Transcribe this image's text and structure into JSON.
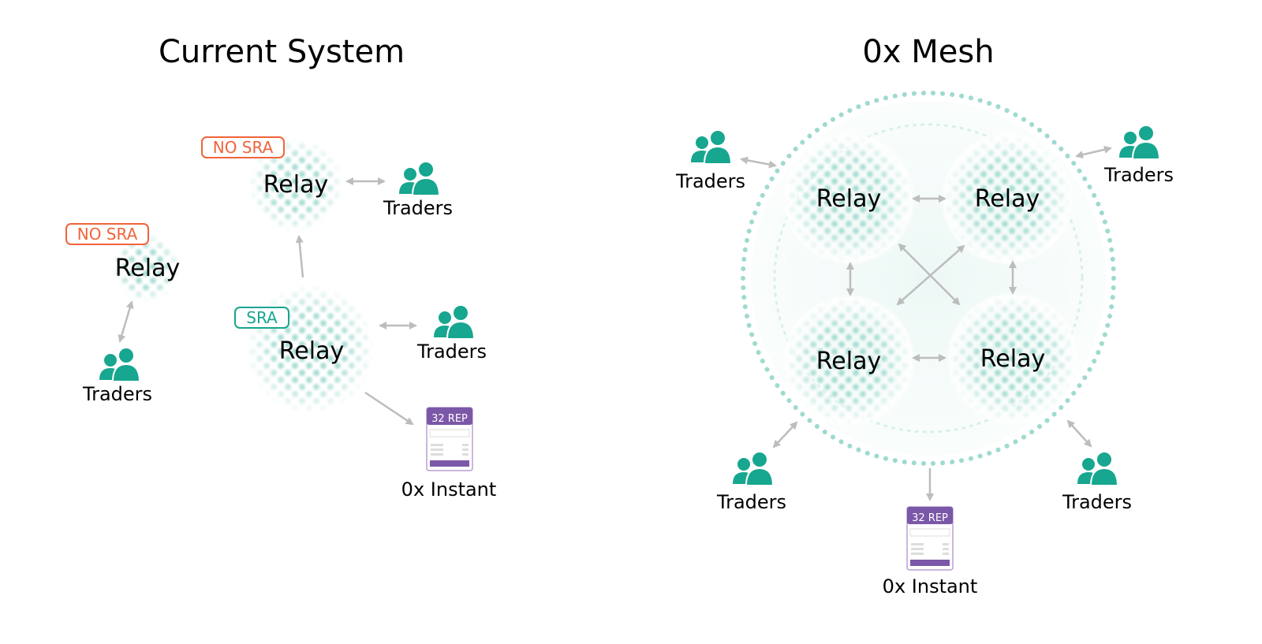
{
  "left": {
    "title": "Current System",
    "relay_label": "Relay",
    "traders_label": "Traders",
    "badge_no_sra": "NO SRA",
    "badge_sra": "SRA",
    "instant": {
      "label": "0x Instant",
      "header": "32 REP"
    }
  },
  "right": {
    "title": "0x Mesh",
    "relay_label": "Relay",
    "traders_label": "Traders",
    "instant": {
      "label": "0x Instant",
      "header": "32 REP"
    }
  },
  "colors": {
    "teal": "#17a68f",
    "dot": "#9fdad0",
    "orange": "#f0643a",
    "purple": "#7b57a8",
    "arrow": "#bdbdbd"
  },
  "icons": [
    "traders-icon",
    "instant-widget-icon"
  ]
}
